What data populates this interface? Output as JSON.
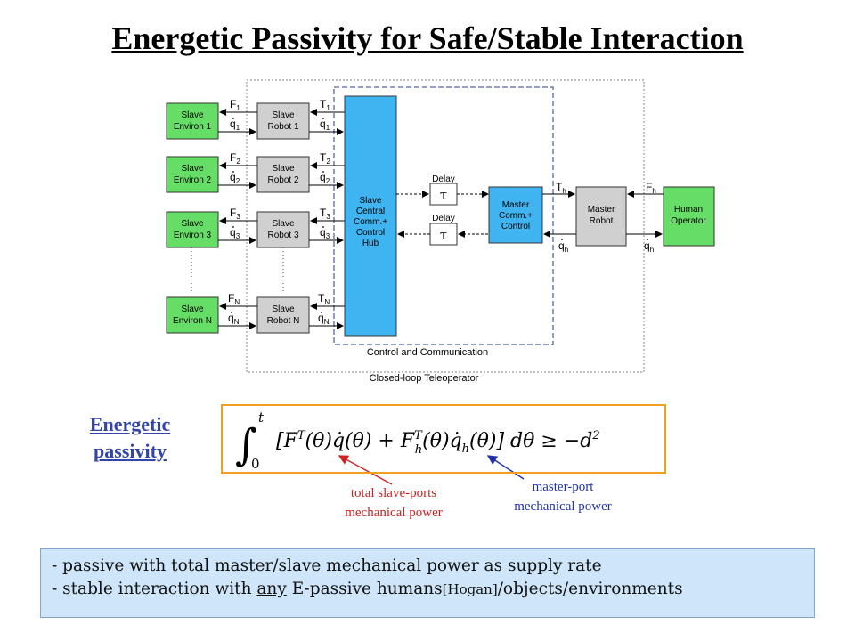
{
  "slide": {
    "title": "Energetic Passivity for Safe/Stable Interaction"
  },
  "diagram": {
    "outer_label": "Closed-loop Teleoperator",
    "inner_label": "Control and Communication",
    "slave_environ_prefix": "Slave",
    "slave_environ": [
      "Environ 1",
      "Environ 2",
      "Environ 3",
      "Environ N"
    ],
    "slave_robot_prefix": "Slave",
    "slave_robot": [
      "Robot 1",
      "Robot 2",
      "Robot 3",
      "Robot N"
    ],
    "force_labels": [
      {
        "main": "F",
        "sub": "1"
      },
      {
        "main": "F",
        "sub": "2"
      },
      {
        "main": "F",
        "sub": "3"
      },
      {
        "main": "F",
        "sub": "N"
      }
    ],
    "torque_labels": [
      {
        "main": "T",
        "sub": "1"
      },
      {
        "main": "T",
        "sub": "2"
      },
      {
        "main": "T",
        "sub": "3"
      },
      {
        "main": "T",
        "sub": "N"
      }
    ],
    "velocity_labels": [
      {
        "main": "q",
        "sub": "1"
      },
      {
        "main": "q",
        "sub": "2"
      },
      {
        "main": "q",
        "sub": "3"
      },
      {
        "main": "q",
        "sub": "N"
      }
    ],
    "hub_lines": [
      "Slave",
      "Central",
      "Comm.+",
      "Control",
      "Hub"
    ],
    "delay_label": "Delay",
    "delay_symbol": "τ",
    "master_comm_lines": [
      "Master",
      "Comm.+",
      "Control"
    ],
    "master_robot_lines": [
      "Master",
      "Robot"
    ],
    "human_lines": [
      "Human",
      "Operator"
    ],
    "th_label": {
      "main": "T",
      "sub": "h"
    },
    "fh_label": {
      "main": "F",
      "sub": "h"
    },
    "qh_labels": [
      {
        "main": "q",
        "sub": "h"
      },
      {
        "main": "q",
        "sub": "h"
      }
    ]
  },
  "energetic_label": [
    "Energetic",
    "passivity"
  ],
  "equation": {
    "integral_upper": "t",
    "integral_lower": "0",
    "body": "[F",
    "body_sup": "T",
    "body_mid": "(θ)q̇(θ) + F",
    "fh_sub": "h",
    "fh_sup": "T",
    "body_end": "(θ)q̇",
    "qh_sub": "h",
    "body_tail": "(θ)] dθ ≥ −d",
    "d_sup": "2"
  },
  "annotations": {
    "slave": [
      "total slave-ports",
      "mechanical power"
    ],
    "master": [
      "master-port",
      "mechanical power"
    ]
  },
  "notes": {
    "line1": "- passive with total master/slave mechanical power as supply rate",
    "line2_pre": "- stable interaction with ",
    "line2_any": "any",
    "line2_mid": " E-passive humans",
    "line2_hogan": "[Hogan]",
    "line2_post": "/objects/environments"
  },
  "colors": {
    "green": "#66dd66",
    "gray": "#d0d0d0",
    "blue": "#3fb4f0",
    "ann_red": "#cc2222",
    "ann_blue": "#2233aa",
    "eq_border": "#f0a020",
    "note_bg": "#cfe6fa"
  }
}
